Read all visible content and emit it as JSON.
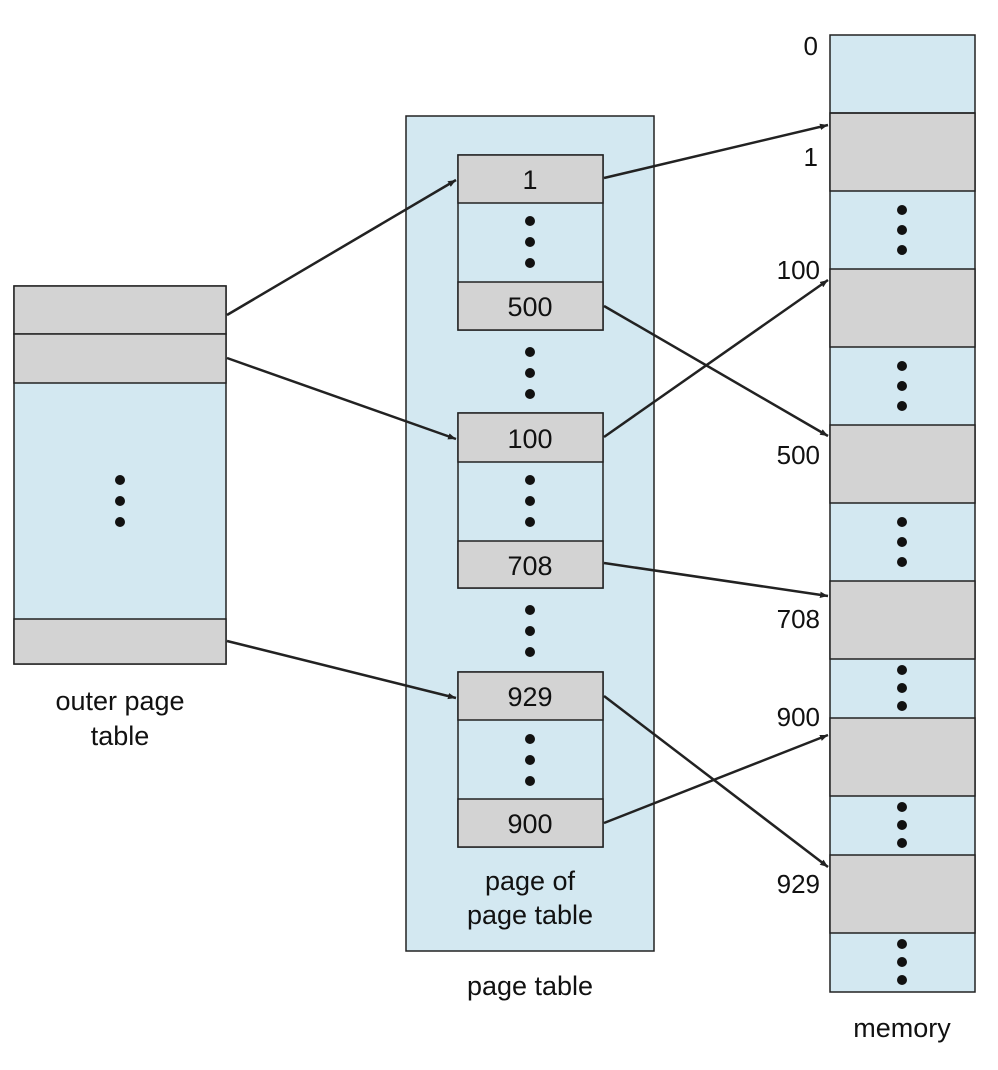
{
  "colors": {
    "blue_fill": "#d3e8f1",
    "gray_fill": "#d3d3d3",
    "stroke": "#222222"
  },
  "outer_table": {
    "label_line1": "outer page",
    "label_line2": "table"
  },
  "page_table": {
    "label": "page table",
    "inner_label_line1": "page of",
    "inner_label_line2": "page table",
    "entries": [
      "1",
      "500",
      "100",
      "708",
      "929",
      "900"
    ]
  },
  "memory": {
    "label": "memory",
    "addresses": [
      "0",
      "1",
      "100",
      "500",
      "708",
      "900",
      "929"
    ]
  }
}
